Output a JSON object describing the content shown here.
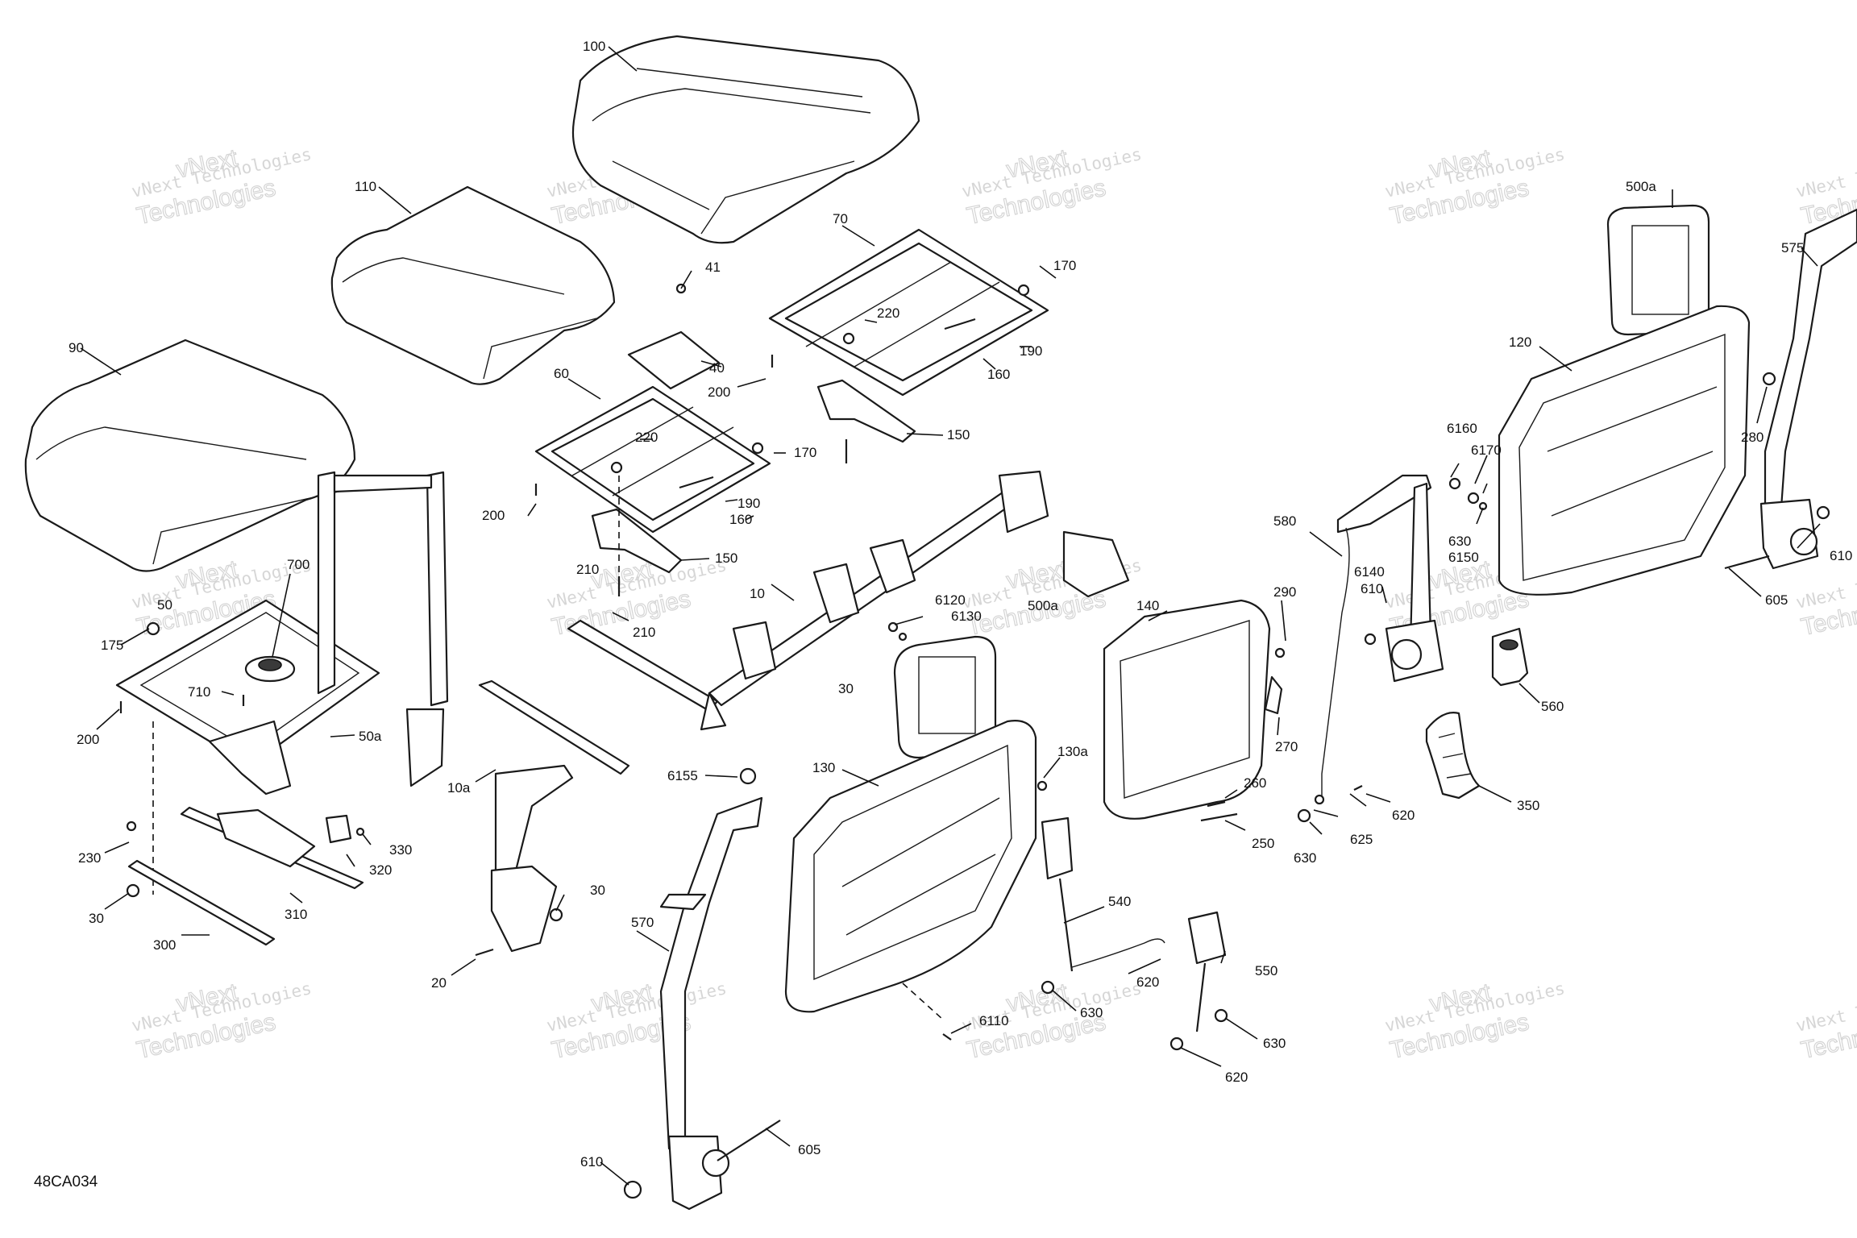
{
  "figure_code": "48CA034",
  "watermark": {
    "line1": "vNext Technologies",
    "line2": "Technologies",
    "line3": "vNext"
  },
  "callouts": {
    "c100": "100",
    "c110": "110",
    "c90": "90",
    "c41": "41",
    "c40": "40",
    "c200a": "200",
    "c200b": "200",
    "c200c": "200",
    "c70": "70",
    "c170a": "170",
    "c170b": "170",
    "c220a": "220",
    "c220b": "220",
    "c190a": "190",
    "c190b": "190",
    "c160a": "160",
    "c160b": "160",
    "c150a": "150",
    "c150b": "150",
    "c60": "60",
    "c210": "210",
    "c10": "10",
    "c700": "700",
    "c710": "710",
    "c50": "50",
    "c50a": "50a",
    "c175": "175",
    "c30a": "30",
    "c30b": "30",
    "c30c": "30",
    "c6120": "6120",
    "c6130": "6130",
    "c500a_mid": "500a",
    "c500a_top": "500a",
    "c10a": "10a",
    "c20": "20",
    "c6155": "6155",
    "c130": "130",
    "c130a": "130a",
    "c230": "230",
    "c330": "330",
    "c320": "320",
    "c310": "310",
    "c300": "300",
    "c570": "570",
    "c605a": "605",
    "c605b": "605",
    "c610a": "610",
    "c610b": "610",
    "c610c": "610",
    "c6110": "6110",
    "c540": "540",
    "c550": "550",
    "c620a": "620",
    "c620b": "620",
    "c620c": "620",
    "c630a": "630",
    "c630b": "630",
    "c630c": "630",
    "c630d": "630",
    "c140": "140",
    "c290": "290",
    "c270": "270",
    "c260": "260",
    "c250": "250",
    "c580": "580",
    "c625": "625",
    "c6140": "6140",
    "c6160": "6160",
    "c6170": "6170",
    "c6150": "6150",
    "c120": "120",
    "c575": "575",
    "c280": "280",
    "c560": "560",
    "c350": "350"
  }
}
